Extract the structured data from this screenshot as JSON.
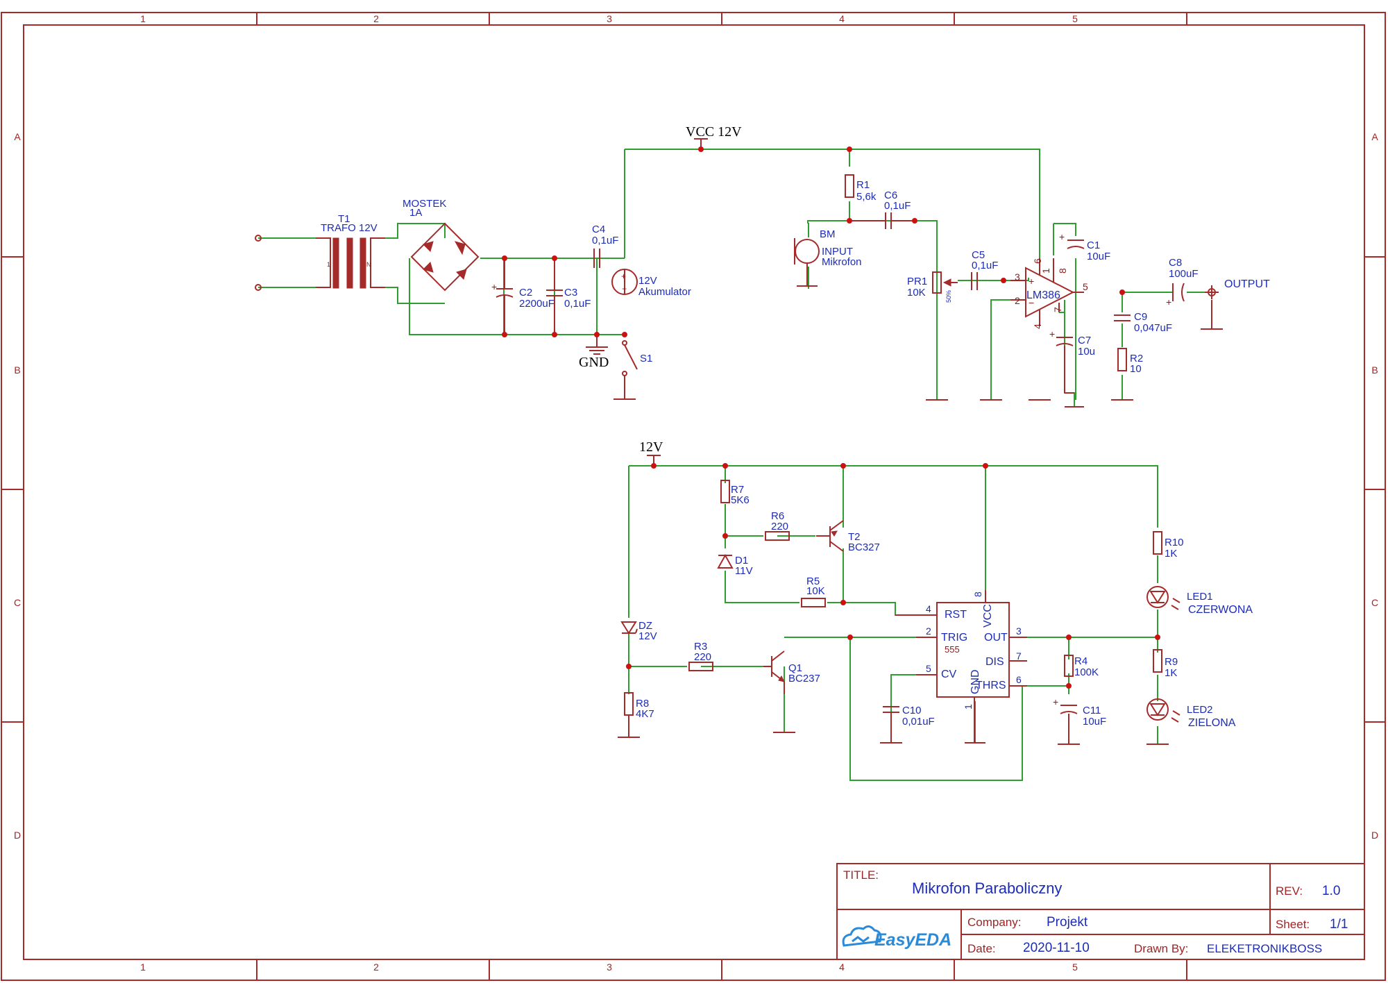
{
  "title_block": {
    "title_label": "TITLE:",
    "title": "Mikrofon Paraboliczny",
    "rev_label": "REV:",
    "rev": "1.0",
    "company_label": "Company:",
    "company": "Projekt",
    "sheet_label": "Sheet:",
    "sheet": "1/1",
    "date_label": "Date:",
    "date": "2020-11-10",
    "drawn_by_label": "Drawn By:",
    "drawn_by": "ELEKETRONIKBOSS",
    "logo_text": "EasyEDA"
  },
  "border": {
    "columns": [
      "1",
      "2",
      "3",
      "4",
      "5"
    ],
    "rows": [
      "A",
      "B",
      "C",
      "D"
    ]
  },
  "nets": {
    "vcc": "VCC 12V",
    "v12": "12V",
    "gnd": "GND"
  },
  "components": {
    "t1": {
      "ref": "T1",
      "value": "TRAFO 12V"
    },
    "mostek": {
      "ref": "MOSTEK",
      "value": "1A"
    },
    "c2": {
      "ref": "C2",
      "value": "2200uF"
    },
    "c3": {
      "ref": "C3",
      "value": "0,1uF"
    },
    "c4": {
      "ref": "C4",
      "value": "0,1uF"
    },
    "bat": {
      "ref": "12V",
      "value": "Akumulator"
    },
    "s1": {
      "ref": "S1"
    },
    "r1": {
      "ref": "R1",
      "value": "5,6k"
    },
    "c6": {
      "ref": "C6",
      "value": "0,1uF"
    },
    "bm": {
      "ref": "BM",
      "value": "INPUT",
      "value2": "Mikrofon"
    },
    "pr1": {
      "ref": "PR1",
      "value": "10K",
      "percent": "50%"
    },
    "c5": {
      "ref": "C5",
      "value": "0,1uF"
    },
    "lm386": {
      "ref": "LM386"
    },
    "c1": {
      "ref": "C1",
      "value": "10uF"
    },
    "c7": {
      "ref": "C7",
      "value": "10u"
    },
    "c8": {
      "ref": "C8",
      "value": "100uF"
    },
    "output": {
      "label": "OUTPUT"
    },
    "c9": {
      "ref": "C9",
      "value": "0,047uF"
    },
    "r2": {
      "ref": "R2",
      "value": "10"
    },
    "r7": {
      "ref": "R7",
      "value": "5K6"
    },
    "r6": {
      "ref": "R6",
      "value": "220"
    },
    "t2": {
      "ref": "T2",
      "value": "BC327"
    },
    "d1": {
      "ref": "D1",
      "value": "11V"
    },
    "r5": {
      "ref": "R5",
      "value": "10K"
    },
    "dz": {
      "ref": "DZ",
      "value": "12V"
    },
    "r3": {
      "ref": "R3",
      "value": "220"
    },
    "q1": {
      "ref": "Q1",
      "value": "BC237"
    },
    "r8": {
      "ref": "R8",
      "value": "4K7"
    },
    "ic555": {
      "ref": "555",
      "rst": "RST",
      "trig": "TRIG",
      "cv": "CV",
      "vcc": "VCC",
      "gnd": "GND",
      "out": "OUT",
      "dis": "DIS",
      "thrs": "THRS"
    },
    "c10": {
      "ref": "C10",
      "value": "0,01uF"
    },
    "r4": {
      "ref": "R4",
      "value": "100K"
    },
    "c11": {
      "ref": "C11",
      "value": "10uF"
    },
    "r10": {
      "ref": "R10",
      "value": "1K"
    },
    "led1": {
      "ref": "LED1",
      "value": "CZERWONA"
    },
    "r9": {
      "ref": "R9",
      "value": "1K"
    },
    "led2": {
      "ref": "LED2",
      "value": "ZIELONA"
    }
  },
  "pins": {
    "lm386": {
      "p1": "1",
      "p2": "2",
      "p3": "3",
      "p4": "4",
      "p5": "5",
      "p6": "6",
      "p7": "7",
      "p8": "8"
    },
    "ic555": {
      "p1": "1",
      "p2": "2",
      "p3": "3",
      "p4": "4",
      "p5": "5",
      "p6": "6",
      "p7": "7",
      "p8": "8"
    }
  }
}
